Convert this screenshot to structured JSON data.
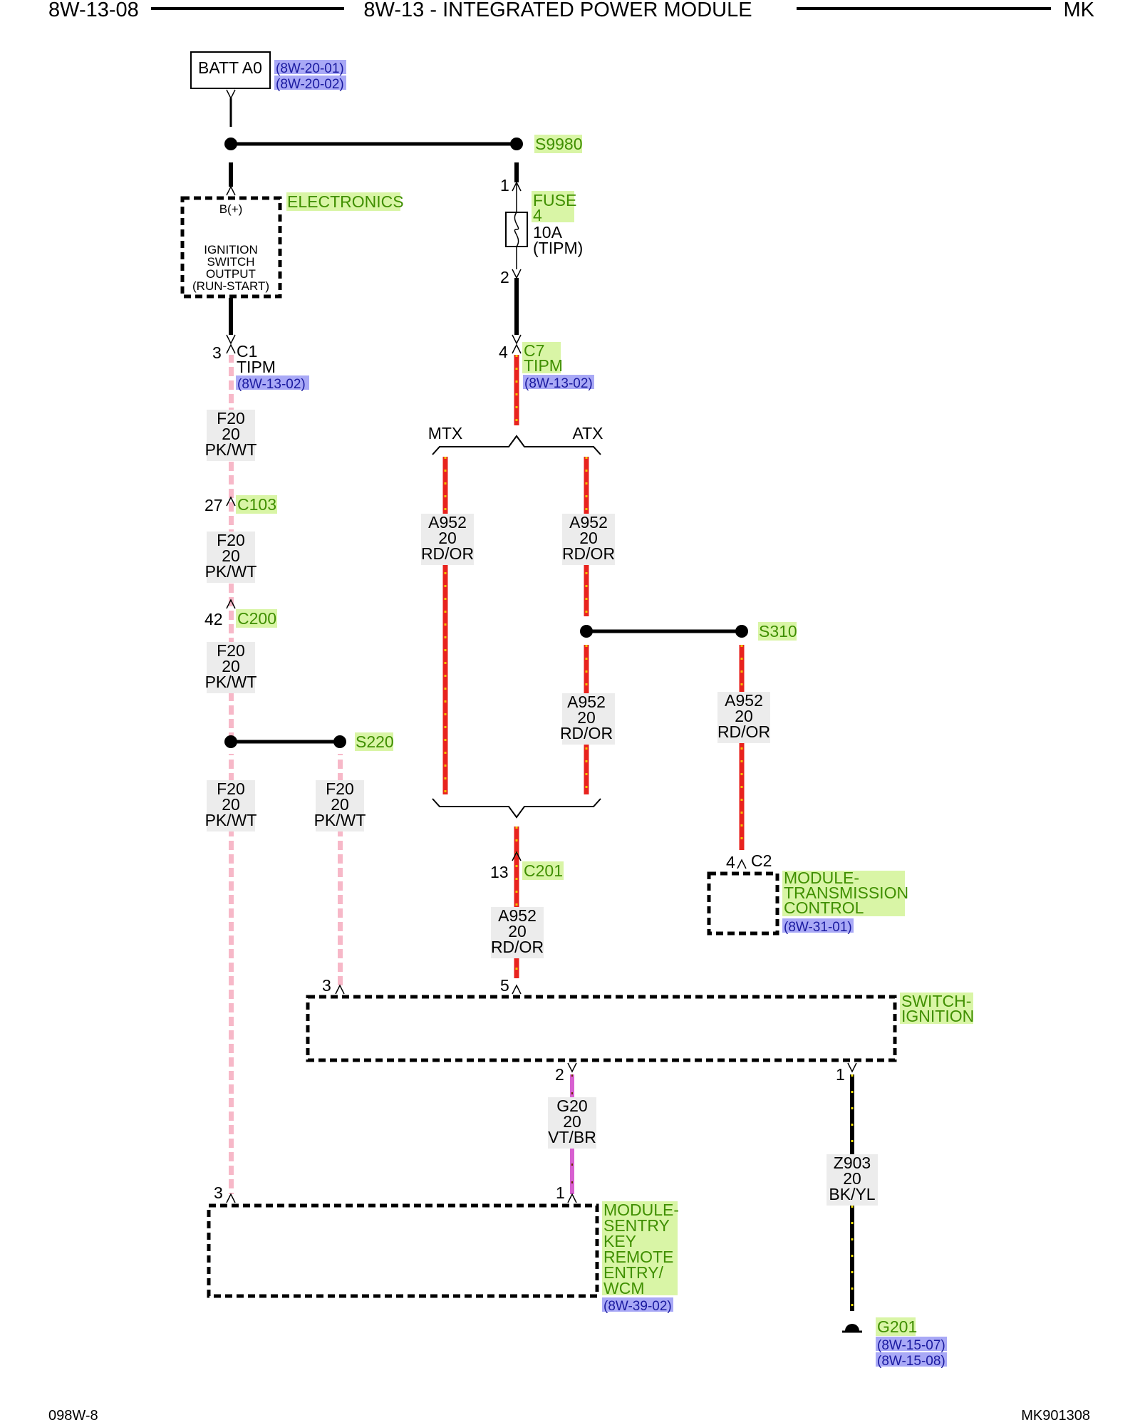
{
  "header": {
    "page_code": "8W-13-08",
    "title": "8W-13 - INTEGRATED POWER MODULE",
    "model": "MK"
  },
  "footer": {
    "left_code": "098W-8",
    "right_code": "MK901308"
  },
  "batt": {
    "label": "BATT A0",
    "refs": [
      "(8W-20-01)",
      "(8W-20-02)"
    ]
  },
  "splices": {
    "s9980": "S9980",
    "s310": "S310",
    "s220": "S220"
  },
  "electronics": {
    "name": "ELECTRONICS",
    "pin_label": "B(+)",
    "function_lines": [
      "IGNITION",
      "SWITCH",
      "OUTPUT",
      "(RUN-START)"
    ]
  },
  "fuse": {
    "label_lines": [
      "FUSE",
      "4"
    ],
    "rating": "10A",
    "location": "(TIPM)",
    "pin_in": "1",
    "pin_out": "2"
  },
  "connectors": {
    "c1": {
      "pin": "3",
      "name": "C1",
      "module": "TIPM",
      "ref": "(8W-13-02)"
    },
    "c7": {
      "pin": "4",
      "name_lines": [
        "C7",
        "TIPM"
      ],
      "ref": "(8W-13-02)"
    },
    "c103": {
      "pin": "27",
      "name": "C103"
    },
    "c200": {
      "pin": "42",
      "name": "C200"
    },
    "c201": {
      "pin": "13",
      "name": "C201"
    },
    "c2": {
      "pin": "4",
      "name": "C2"
    }
  },
  "options": {
    "mtx": "MTX",
    "atx": "ATX"
  },
  "wires": {
    "f20": {
      "circuit": "F20",
      "gauge": "20",
      "color": "PK/WT"
    },
    "a952": {
      "circuit": "A952",
      "gauge": "20",
      "color": "RD/OR"
    },
    "g20": {
      "circuit": "G20",
      "gauge": "20",
      "color": "VT/BR"
    },
    "z903": {
      "circuit": "Z903",
      "gauge": "20",
      "color": "BK/YL"
    }
  },
  "tcm": {
    "name_lines": [
      "MODULE-",
      "TRANSMISSION",
      "CONTROL"
    ],
    "ref": "(8W-31-01)"
  },
  "switch_ignition": {
    "name_lines": [
      "SWITCH-",
      "IGNITION"
    ],
    "pins": {
      "f20_in": "3",
      "a952_in": "5",
      "g20_out": "2",
      "z903_out": "1"
    }
  },
  "wcm": {
    "name_lines": [
      "MODULE-",
      "SENTRY",
      "KEY",
      "REMOTE",
      "ENTRY/",
      "WCM"
    ],
    "ref": "(8W-39-02)",
    "pins": {
      "f20_in": "3",
      "g20_in": "1"
    }
  },
  "ground": {
    "name": "G201",
    "refs": [
      "(8W-15-07)",
      "(8W-15-08)"
    ]
  },
  "colors": {
    "component_highlight": "#d9f5a6",
    "component_text": "#3f8f00",
    "reference_highlight": "#a9a9f6",
    "reference_text": "#1a1aa0",
    "wire_pk_wt": "#f7b8c8",
    "wire_rd_or_base": "#e8231e",
    "wire_rd_or_tracer": "#f2c200",
    "wire_vt_br": "#d760d0",
    "wire_bk_yl_tracer": "#f2e000",
    "label_background": "#ececec"
  }
}
